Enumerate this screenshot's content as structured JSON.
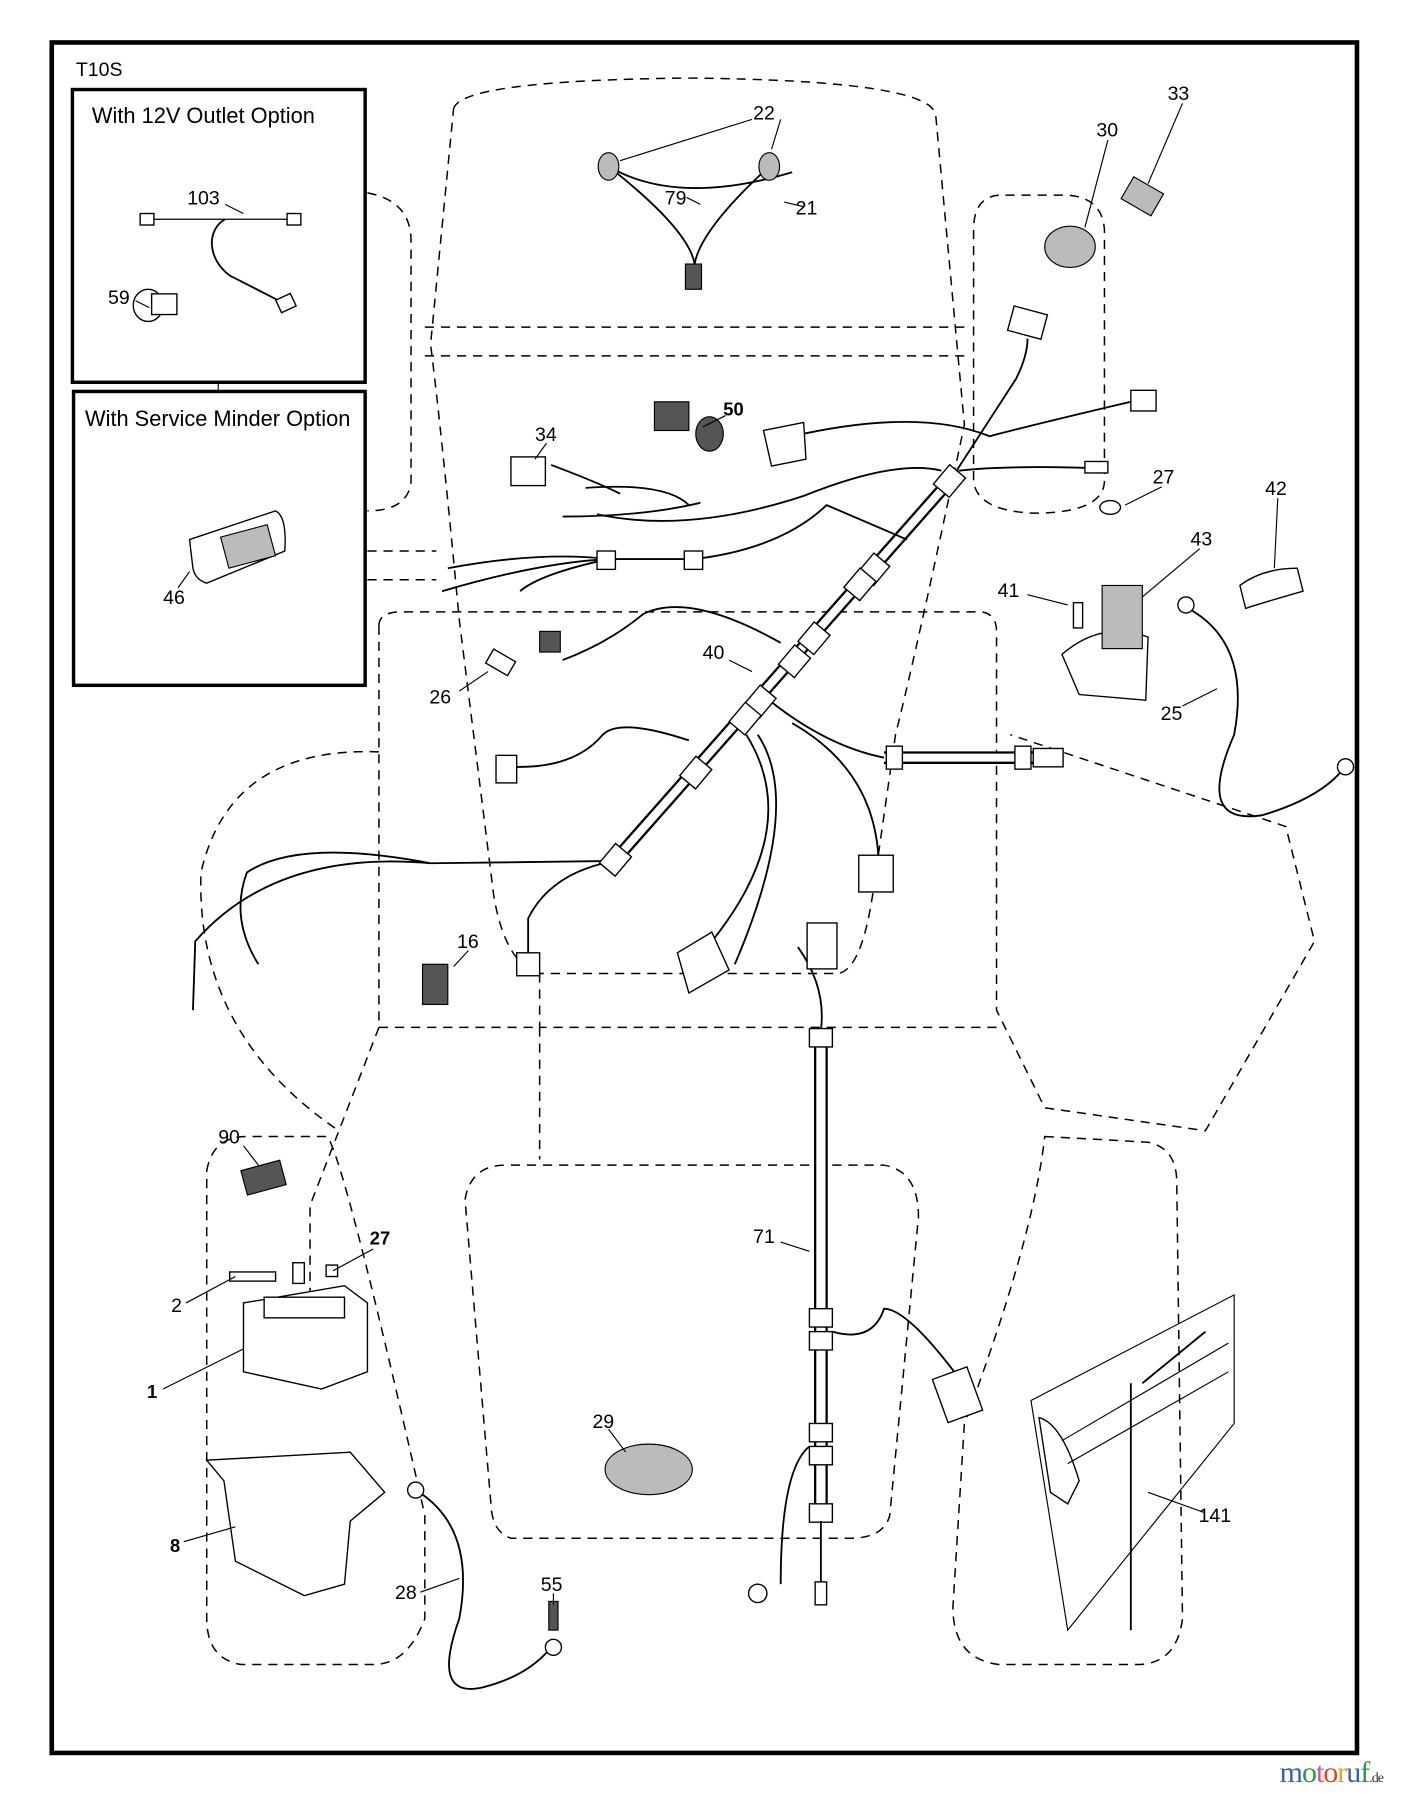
{
  "diagram": {
    "model": "T10S",
    "inset_12v": {
      "title": "With 12V Outlet Option"
    },
    "inset_service_minder": {
      "title": "With Service Minder Option"
    },
    "callouts": [
      {
        "label": "103"
      },
      {
        "label": "59"
      },
      {
        "label": "46"
      },
      {
        "label": "22"
      },
      {
        "label": "79"
      },
      {
        "label": "21"
      },
      {
        "label": "33"
      },
      {
        "label": "30"
      },
      {
        "label": "50",
        "bold": true
      },
      {
        "label": "34"
      },
      {
        "label": "27"
      },
      {
        "label": "42"
      },
      {
        "label": "43"
      },
      {
        "label": "41"
      },
      {
        "label": "40"
      },
      {
        "label": "26"
      },
      {
        "label": "25"
      },
      {
        "label": "16"
      },
      {
        "label": "90"
      },
      {
        "label": "27",
        "bold": true
      },
      {
        "label": "2"
      },
      {
        "label": "1",
        "bold": true
      },
      {
        "label": "71"
      },
      {
        "label": "29"
      },
      {
        "label": "8",
        "bold": true
      },
      {
        "label": "28"
      },
      {
        "label": "55"
      },
      {
        "label": "141"
      }
    ]
  },
  "watermark": {
    "text": "motoruf",
    "suffix": ".de",
    "colors": [
      "#3b5fae",
      "#2a9a3a",
      "#e0508f",
      "#e04a1a",
      "#f0a020"
    ]
  }
}
